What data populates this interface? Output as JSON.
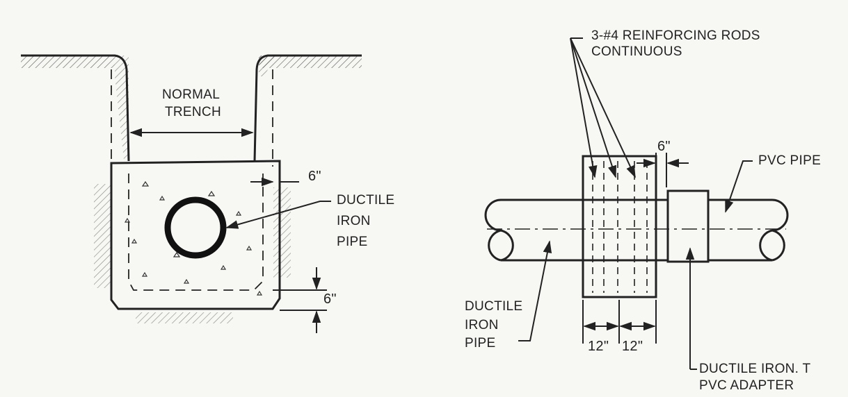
{
  "left_section": {
    "trench_label_line1": "NORMAL",
    "trench_label_line2": "TRENCH",
    "dim_side": "6\"",
    "dim_bottom": "6\"",
    "pipe_label": [
      "DUCTILE",
      "IRON",
      "PIPE"
    ]
  },
  "right_section": {
    "rods_label_line1": "3-#4 REINFORCING RODS",
    "rods_label_line2": "CONTINUOUS",
    "dim_top": "6\"",
    "pvc_label": "PVC PIPE",
    "ductile_label": [
      "DUCTILE",
      "IRON",
      "PIPE"
    ],
    "dim_left": "12\"",
    "dim_right": "12\"",
    "adapter_label_line1": "DUCTILE IRON. T",
    "adapter_label_line2": "PVC ADAPTER"
  }
}
